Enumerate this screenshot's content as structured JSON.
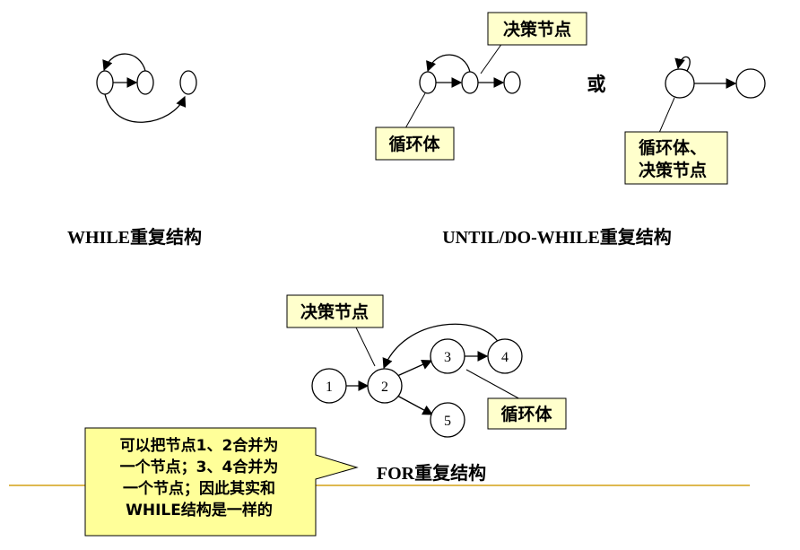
{
  "labels": {
    "decision_node_top": "决策节点",
    "loop_body_left": "循环体",
    "or_word": "或",
    "loop_body_right_line1": "循环体、",
    "loop_body_right_line2": "决策节点",
    "decision_node_for": "决策节点",
    "loop_body_for": "循环体"
  },
  "captions": {
    "while": "WHILE重复结构",
    "until": "UNTIL/DO-WHILE重复结构",
    "for": "FOR重复结构"
  },
  "for_nodes": [
    "1",
    "2",
    "3",
    "4",
    "5"
  ],
  "callout": {
    "lines": [
      "可以把节点1、2合并为",
      "一个节点；3、4合并为",
      "一个节点；因此其实和",
      "WHILE结构是一样的"
    ]
  },
  "colors": {
    "label_fill": "#ffffcc",
    "callout_fill": "#ffff99",
    "rule_line": "#d4a017"
  }
}
